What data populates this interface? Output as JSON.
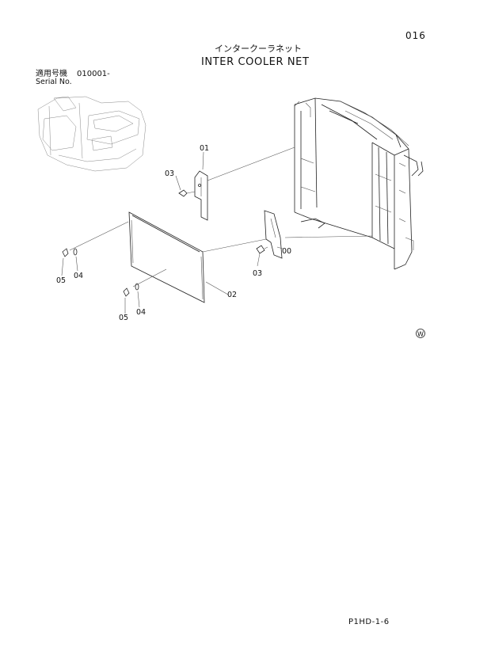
{
  "page_number": "016",
  "title_jp": "インタークーラネット",
  "title_en": "INTER COOLER NET",
  "serial": {
    "label_jp": "適用号機",
    "value": "010001-",
    "label_en": "Serial No."
  },
  "callouts": {
    "c01": "01",
    "c03a": "03",
    "c00": "00",
    "c03b": "03",
    "c04a": "04",
    "c05a": "05",
    "c02": "02",
    "c05b": "05",
    "c04b": "04"
  },
  "watermark_symbol": "W",
  "footer_code": "P1HD-1-6"
}
